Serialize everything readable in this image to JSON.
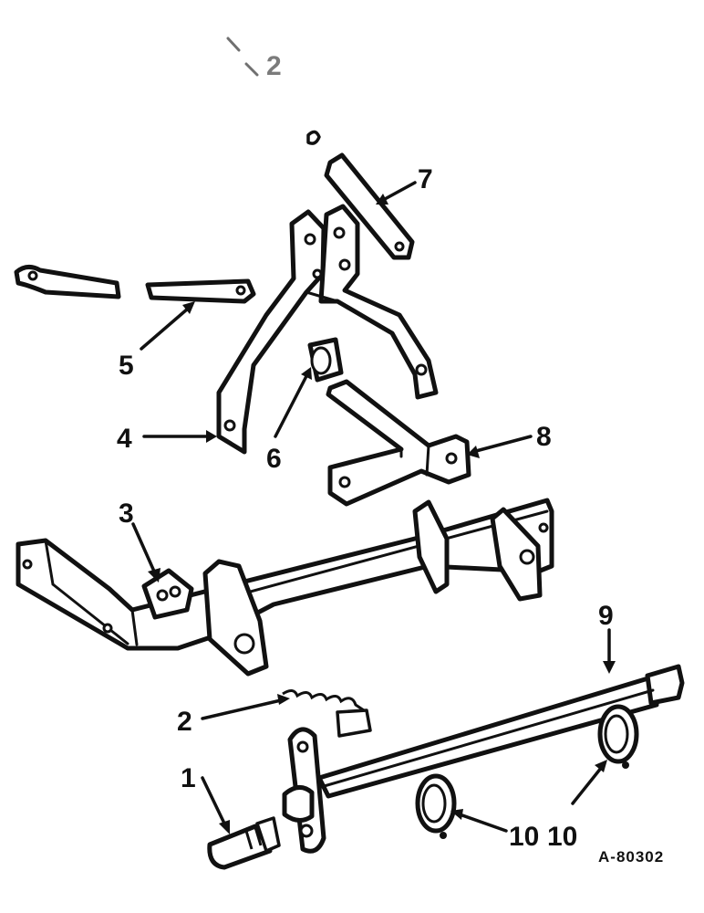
{
  "callouts": [
    {
      "id": "1",
      "text": "1"
    },
    {
      "id": "2",
      "text": "2"
    },
    {
      "id": "3",
      "text": "3"
    },
    {
      "id": "4",
      "text": "4"
    },
    {
      "id": "5",
      "text": "5"
    },
    {
      "id": "6",
      "text": "6"
    },
    {
      "id": "7",
      "text": "7"
    },
    {
      "id": "8",
      "text": "8"
    },
    {
      "id": "9",
      "text": "9"
    },
    {
      "id": "10a",
      "text": "10"
    },
    {
      "id": "10b",
      "text": "10"
    }
  ],
  "faint_mark": "2",
  "drawing_number": "A-80302"
}
